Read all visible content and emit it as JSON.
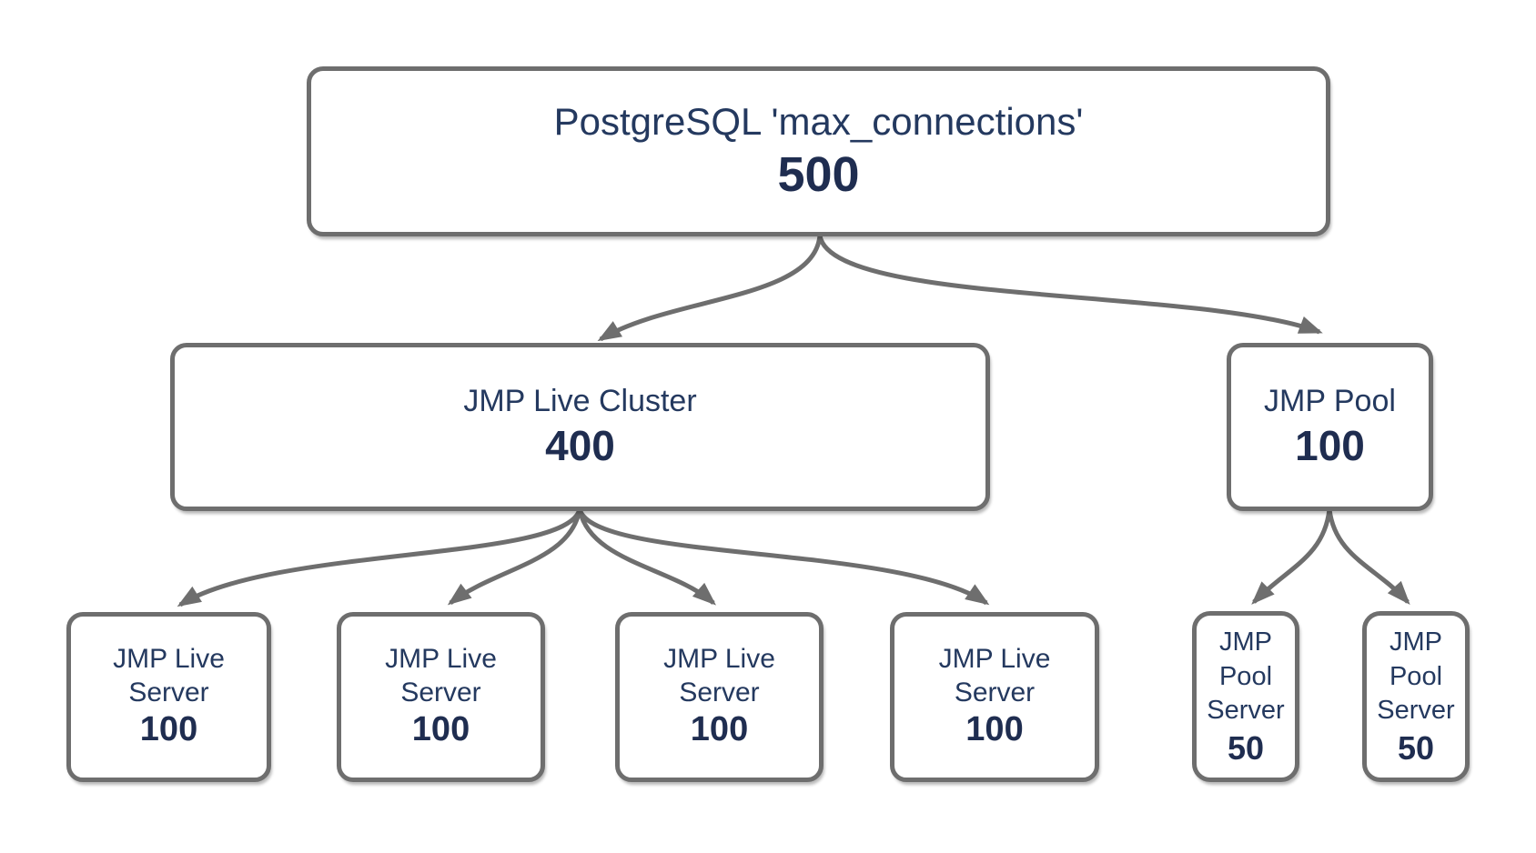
{
  "diagram": {
    "nodes": {
      "root": {
        "label": "PostgreSQL 'max_connections'",
        "value": "500"
      },
      "cluster": {
        "label": "JMP Live Cluster",
        "value": "400"
      },
      "pool": {
        "label": "JMP Pool",
        "value": "100"
      },
      "server1": {
        "label": "JMP Live Server",
        "value": "100"
      },
      "server2": {
        "label": "JMP Live Server",
        "value": "100"
      },
      "server3": {
        "label": "JMP Live Server",
        "value": "100"
      },
      "server4": {
        "label": "JMP Live Server",
        "value": "100"
      },
      "pool_server1": {
        "label": "JMP Pool Server",
        "value": "50"
      },
      "pool_server2": {
        "label": "JMP Pool Server",
        "value": "50"
      }
    },
    "edges": [
      {
        "from": "root",
        "to": "cluster"
      },
      {
        "from": "root",
        "to": "pool"
      },
      {
        "from": "cluster",
        "to": "server1"
      },
      {
        "from": "cluster",
        "to": "server2"
      },
      {
        "from": "cluster",
        "to": "server3"
      },
      {
        "from": "cluster",
        "to": "server4"
      },
      {
        "from": "pool",
        "to": "pool_server1"
      },
      {
        "from": "pool",
        "to": "pool_server2"
      }
    ],
    "colors": {
      "border": "#6e6e6e",
      "arrow": "#6e6e6e",
      "label_text": "#24395f",
      "value_text": "#1f2d50",
      "background": "#ffffff"
    }
  }
}
